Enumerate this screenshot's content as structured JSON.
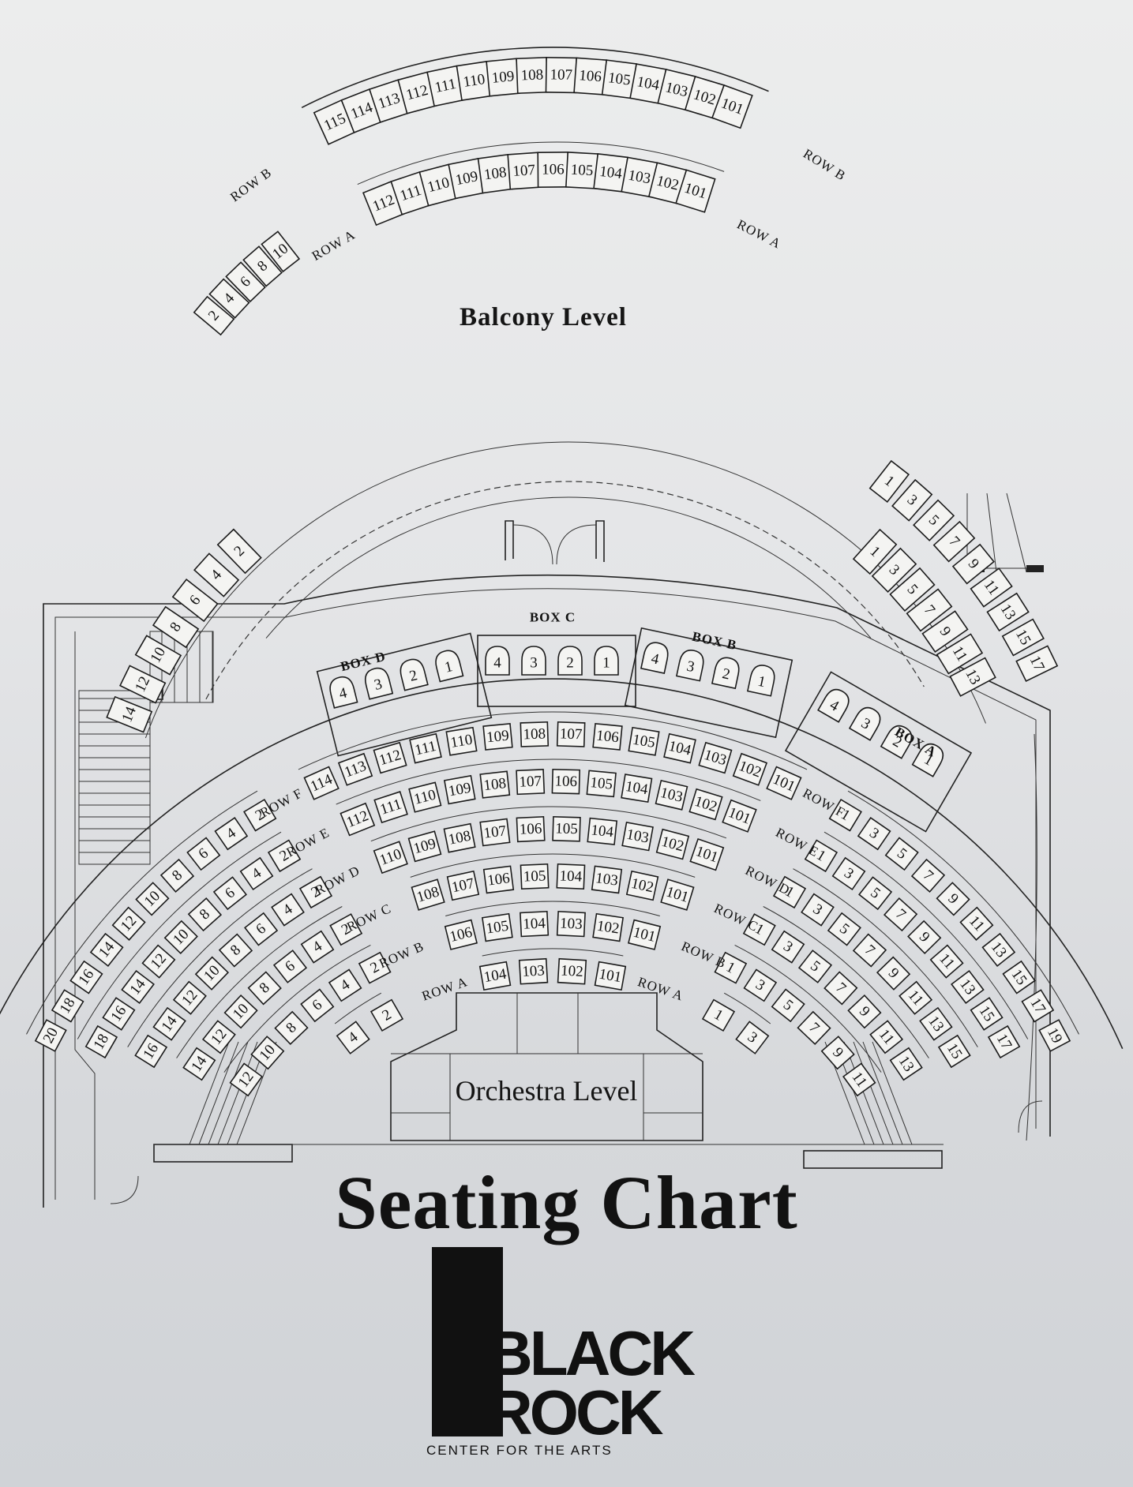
{
  "title": "Seating Chart",
  "balcony_label": "Balcony Level",
  "orchestra_label": "Orchestra Level",
  "logo": {
    "line1": "BLACK",
    "line2": "ROCK",
    "subtitle": "CENTER FOR THE ARTS"
  },
  "balcony": {
    "row_b_label": "ROW B",
    "row_a_label": "ROW A",
    "row_b_center": [
      "115",
      "114",
      "113",
      "112",
      "111",
      "110",
      "109",
      "108",
      "107",
      "106",
      "105",
      "104",
      "103",
      "102",
      "101"
    ],
    "row_a_center": [
      "112",
      "111",
      "110",
      "109",
      "108",
      "107",
      "106",
      "105",
      "104",
      "103",
      "102",
      "101"
    ],
    "row_b_left": [
      "10",
      "8",
      "6",
      "4",
      "2"
    ],
    "row_a_left": [
      "2",
      "4",
      "6",
      "8",
      "10",
      "12",
      "14"
    ],
    "row_a_right": [
      "1",
      "3",
      "5",
      "7",
      "9",
      "11",
      "13"
    ],
    "row_b_right": [
      "1",
      "3",
      "5",
      "7",
      "9",
      "11",
      "13",
      "15",
      "17"
    ]
  },
  "boxes": [
    {
      "label": "BOX D",
      "seats": [
        "4",
        "3",
        "2",
        "1"
      ]
    },
    {
      "label": "BOX C",
      "seats": [
        "4",
        "3",
        "2",
        "1"
      ]
    },
    {
      "label": "BOX B",
      "seats": [
        "4",
        "3",
        "2",
        "1"
      ]
    },
    {
      "label": "BOX A",
      "seats": [
        "4",
        "3",
        "2",
        "1"
      ]
    }
  ],
  "orchestra": {
    "rows": [
      {
        "label": "ROW F",
        "center": [
          "114",
          "113",
          "112",
          "111",
          "110",
          "109",
          "108",
          "107",
          "106",
          "105",
          "104",
          "103",
          "102",
          "101"
        ],
        "left": [
          "2",
          "4",
          "6",
          "8",
          "10",
          "12",
          "14",
          "16",
          "18",
          "20"
        ],
        "right": [
          "1",
          "3",
          "5",
          "7",
          "9",
          "11",
          "13",
          "15",
          "17",
          "19"
        ]
      },
      {
        "label": "ROW E",
        "center": [
          "112",
          "111",
          "110",
          "109",
          "108",
          "107",
          "106",
          "105",
          "104",
          "103",
          "102",
          "101"
        ],
        "left": [
          "2",
          "4",
          "6",
          "8",
          "10",
          "12",
          "14",
          "16",
          "18"
        ],
        "right": [
          "1",
          "3",
          "5",
          "7",
          "9",
          "11",
          "13",
          "15",
          "17"
        ]
      },
      {
        "label": "ROW D",
        "center": [
          "110",
          "109",
          "108",
          "107",
          "106",
          "105",
          "104",
          "103",
          "102",
          "101"
        ],
        "left": [
          "2",
          "4",
          "6",
          "8",
          "10",
          "12",
          "14",
          "16"
        ],
        "right": [
          "1",
          "3",
          "5",
          "7",
          "9",
          "11",
          "13",
          "15"
        ]
      },
      {
        "label": "ROW C",
        "center": [
          "108",
          "107",
          "106",
          "105",
          "104",
          "103",
          "102",
          "101"
        ],
        "left": [
          "2",
          "4",
          "6",
          "8",
          "10",
          "12",
          "14"
        ],
        "right": [
          "1",
          "3",
          "5",
          "7",
          "9",
          "11",
          "13"
        ]
      },
      {
        "label": "ROW B",
        "center": [
          "106",
          "105",
          "104",
          "103",
          "102",
          "101"
        ],
        "left": [
          "2",
          "4",
          "6",
          "8",
          "10",
          "12"
        ],
        "right": [
          "1",
          "3",
          "5",
          "7",
          "9",
          "11"
        ]
      },
      {
        "label": "ROW A",
        "center": [
          "104",
          "103",
          "102",
          "101"
        ],
        "left": [
          "2",
          "4"
        ],
        "right": [
          "1",
          "3"
        ]
      }
    ]
  }
}
